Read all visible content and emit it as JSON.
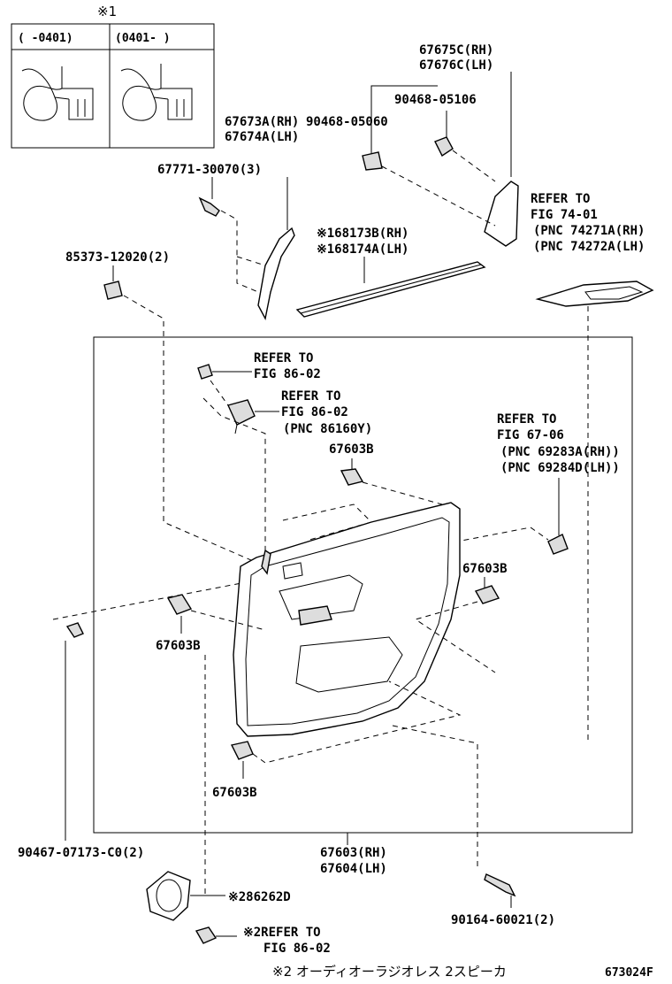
{
  "inset": {
    "note_mark": "※1",
    "col_left": "(     -0401)",
    "col_right": "(0401-     )"
  },
  "labels": {
    "p67675c": "67675C(RH)",
    "p67676c": "67676C(LH)",
    "p90468_05106": "90468-05106",
    "p67673a": "67673A(RH)",
    "p67674a": "67674A(LH)",
    "p90468_05060": "90468-05060",
    "p67771": "67771-30070(3)",
    "refer_74_title": "REFER TO",
    "refer_74_fig": "FIG 74-01",
    "refer_74_pnc1": "(PNC 74271A(RH)",
    "refer_74_pnc2": "(PNC 74272A(LH)",
    "p68173b": "※168173B(RH)",
    "p68174a": "※168174A(LH)",
    "p85373": "85373-12020(2)",
    "refer_86a_title": "REFER TO",
    "refer_86a_fig": "FIG 86-02",
    "refer_86b_title": "REFER TO",
    "refer_86b_fig": "FIG 86-02",
    "refer_86b_pnc": "(PNC 86160Y)",
    "refer_67_title": "REFER TO",
    "refer_67_fig": "FIG 67-06",
    "refer_67_pnc1": "(PNC 69283A(RH))",
    "refer_67_pnc2": "(PNC 69284D(LH))",
    "p67603b_top": "67603B",
    "p67603b_right": "67603B",
    "p67603b_left": "67603B",
    "p67603b_bottom": "67603B",
    "p90467": "90467-07173-C0(2)",
    "p67603": "67603(RH)",
    "p67604": "67604(LH)",
    "p86262d": "※286262D",
    "p90164": "90164-60021(2)",
    "refer_bottom_title": "※2REFER TO",
    "refer_bottom_fig": "FIG 86-02",
    "footnote": "※2 オーディオーラジオレス 2スピーカ",
    "figure_code": "673024F"
  }
}
